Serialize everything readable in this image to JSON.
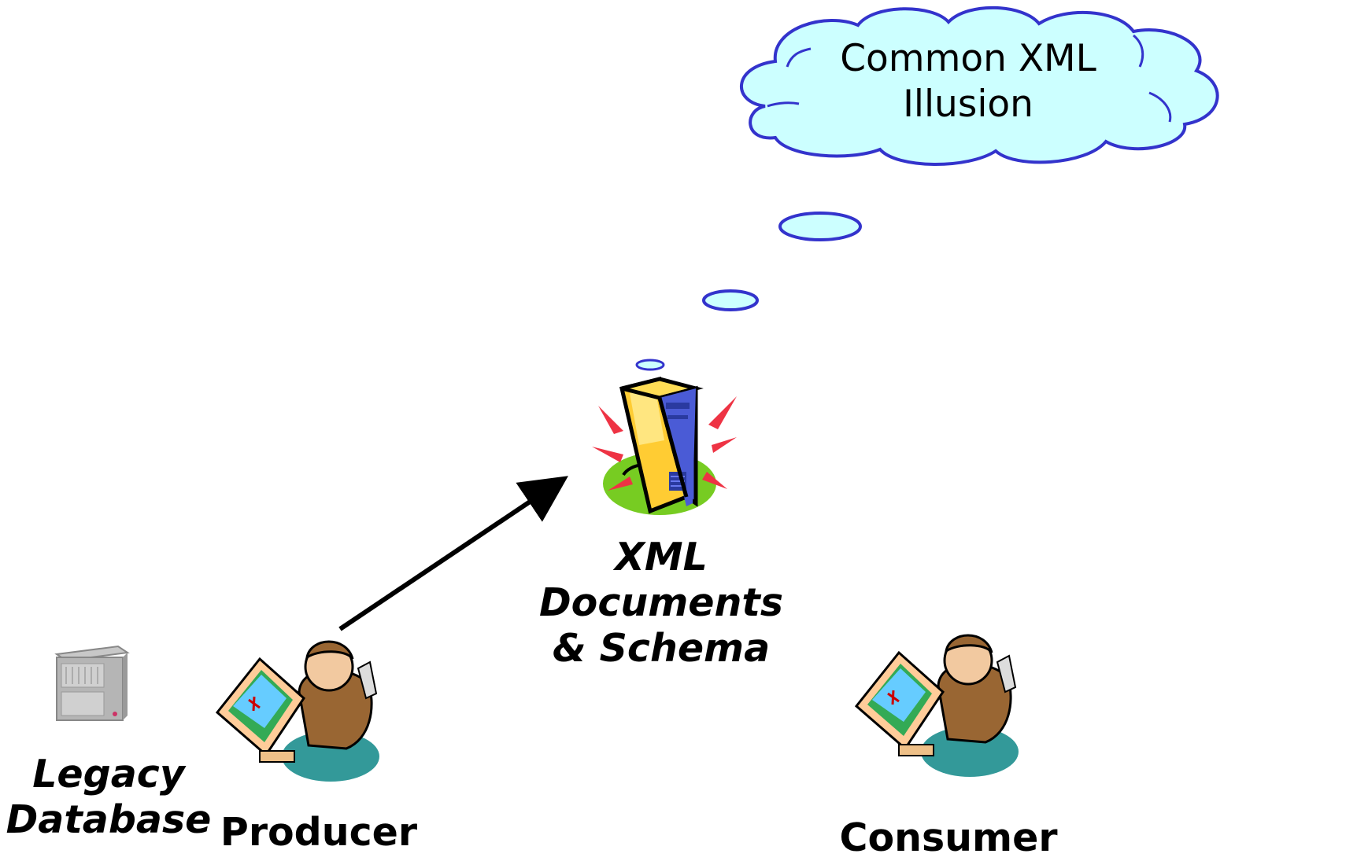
{
  "thought_cloud": {
    "line1": "Common XML",
    "line2": "Illusion"
  },
  "nodes": {
    "xml": {
      "line1": "XML",
      "line2": "Documents",
      "line3": "& Schema"
    },
    "legacy": {
      "line1": "Legacy",
      "line2": "Database"
    },
    "producer": {
      "label": "Producer"
    },
    "consumer": {
      "label": "Consumer"
    }
  },
  "colors": {
    "cloud_fill": "#ccffff",
    "cloud_stroke": "#3333cc",
    "arrow": "#000000",
    "server_yellow": "#ffcc33",
    "server_blue": "#4a5bd6",
    "burst_red": "#ee3344",
    "burst_green": "#77cc22"
  },
  "icons": [
    "server-icon",
    "legacy-database-icon",
    "producer-person-icon",
    "consumer-person-icon"
  ]
}
